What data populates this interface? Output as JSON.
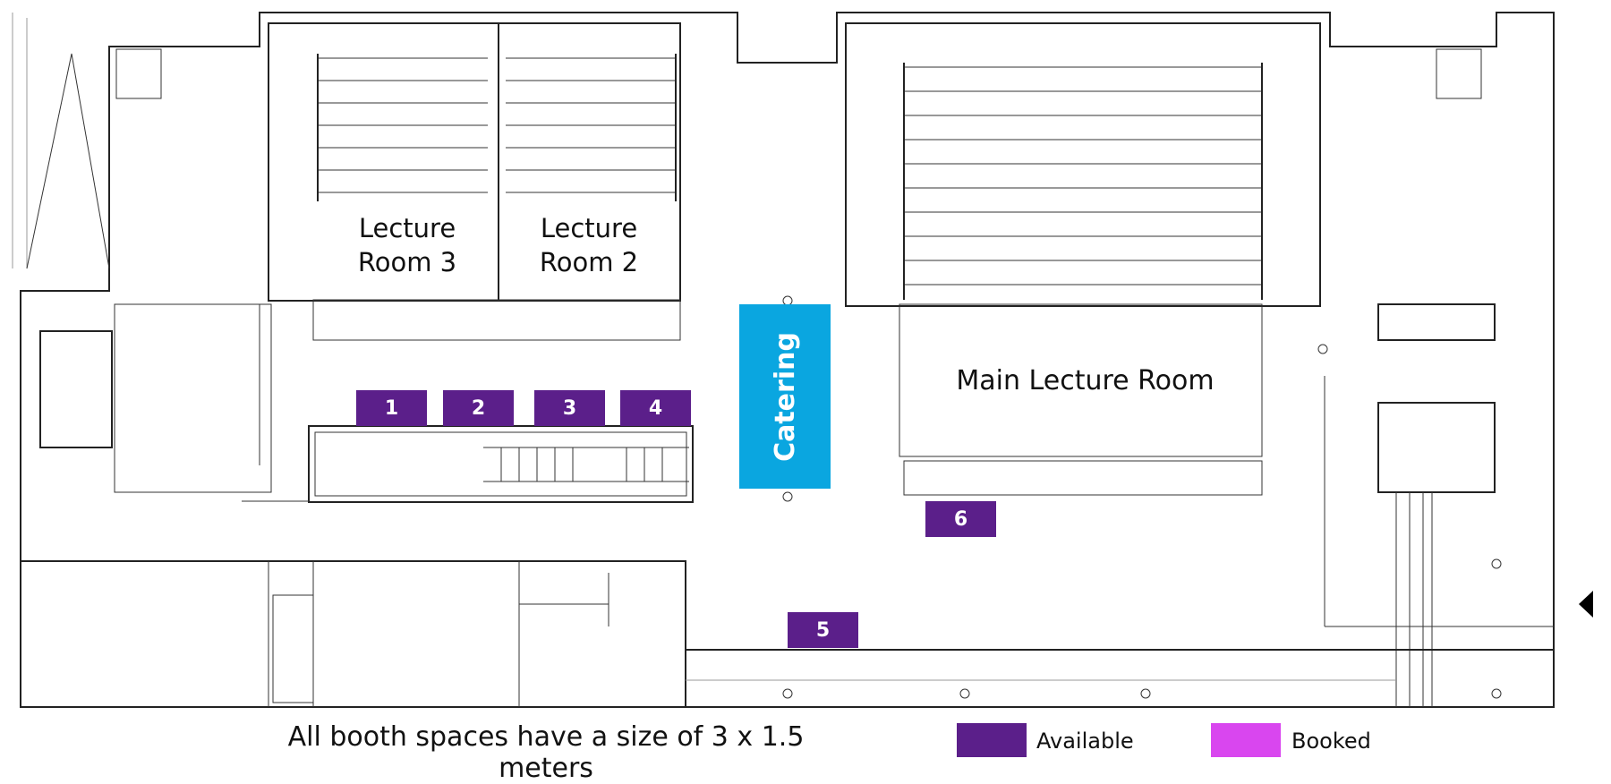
{
  "rooms": {
    "lecture_room_3": {
      "line1": "Lecture",
      "line2": "Room 3"
    },
    "lecture_room_2": {
      "line1": "Lecture",
      "line2": "Room 2"
    },
    "main_lecture_room": "Main Lecture Room",
    "catering": "Catering"
  },
  "booths": [
    {
      "number": "1",
      "status": "available"
    },
    {
      "number": "2",
      "status": "available"
    },
    {
      "number": "3",
      "status": "available"
    },
    {
      "number": "4",
      "status": "available"
    },
    {
      "number": "5",
      "status": "available"
    },
    {
      "number": "6",
      "status": "available"
    }
  ],
  "footer": {
    "note": "All booth spaces have a size of 3 x 1.5 meters"
  },
  "legend": [
    {
      "label": "Available",
      "color": "#5b1f8a"
    },
    {
      "label": "Booked",
      "color": "#d946ef"
    }
  ],
  "colors": {
    "catering": "#0aa6e0",
    "available": "#5b1f8a",
    "booked": "#d946ef"
  }
}
